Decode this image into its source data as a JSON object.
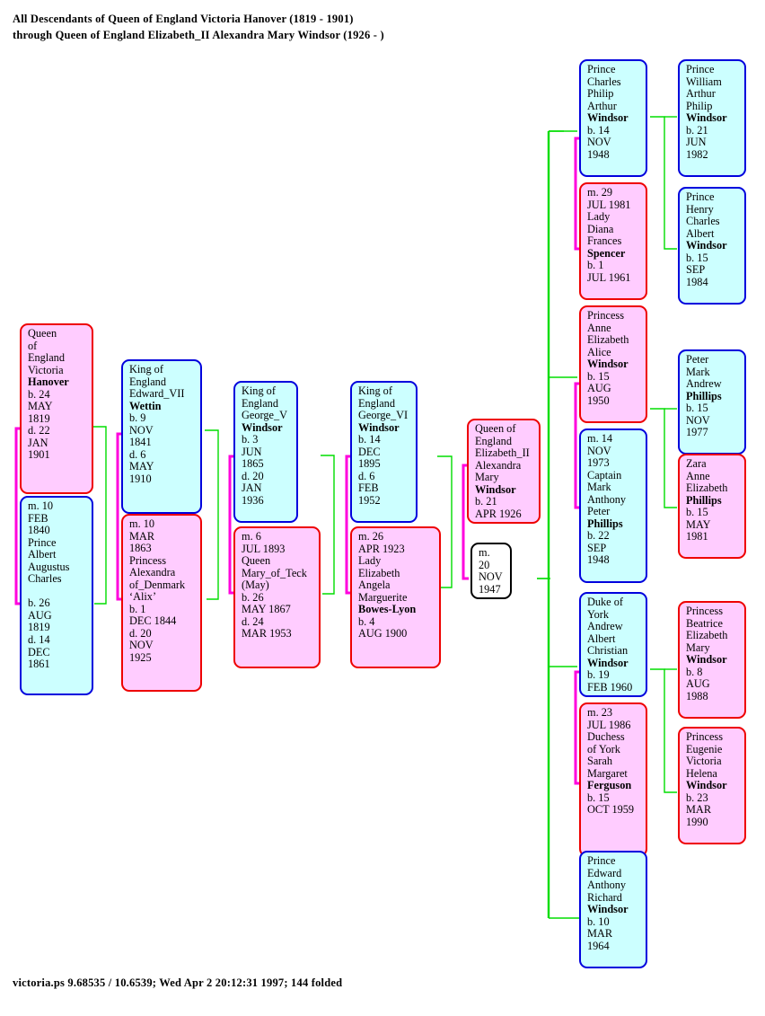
{
  "title": {
    "line1": "All Descendants of Queen of England Victoria Hanover (1819 - 1901)",
    "line2": "through Queen of England Elizabeth_II Alexandra Mary Windsor (1926 -  )"
  },
  "footer": {
    "text": "victoria.ps  9.68535 / 10.6539; Wed Apr  2 20:12:31 1997; 144 folded"
  },
  "colors": {
    "person_female_fill": "#ffccff",
    "person_female_border": "#ee0000",
    "person_male_fill": "#ccffff",
    "person_male_border": "#0000dd",
    "marriage_plain_border": "#000000",
    "marriage_brace": "#ff00dd",
    "descent_line": "#00dd00",
    "text": "#000000"
  },
  "boxes": {
    "victoria": "Queen\nof\nEngland\nVictoria\n\bHanover\nb. 24\nMAY\n1819\nd. 22\nJAN\n1901",
    "albert": "m. 10\nFEB\n1840\nPrince\nAlbert\nAugustus\nCharles\n\nb. 26\nAUG\n1819\nd. 14\nDEC\n1861",
    "edward7": "King of\nEngland\nEdward_VII\n\bWettin\nb. 9\nNOV\n1841\nd. 6\nMAY\n1910",
    "alexandra": "m. 10\nMAR\n1863\nPrincess\nAlexandra\nof_Denmark\n‘Alix’\nb. 1\nDEC 1844\nd. 20\nNOV\n1925",
    "george5": "King of\nEngland\nGeorge_V\n\bWindsor\nb. 3\nJUN\n1865\nd. 20\nJAN\n1936",
    "maryteck": "m. 6\nJUL 1893\nQueen\nMary_of_Teck\n(May)\nb. 26\nMAY 1867\nd. 24\nMAR 1953",
    "george6": "King of\nEngland\nGeorge_VI\n\bWindsor\nb. 14\nDEC\n1895\nd. 6\nFEB\n1952",
    "bowes_lyon": "m. 26\nAPR 1923\nLady\nElizabeth\nAngela\nMarguerite\n\bBowes-Lyon\nb. 4\nAUG 1900",
    "elizabeth2": "Queen of\nEngland\nElizabeth_II\nAlexandra\nMary\n\bWindsor\nb. 21\nAPR 1926",
    "philip_marriage": "m.\n20\nNOV\n1947",
    "charles": "Prince\nCharles\nPhilip\nArthur\n\bWindsor\nb. 14\nNOV\n1948",
    "diana": "m. 29\nJUL 1981\nLady\nDiana\nFrances\n\bSpencer\nb. 1\nJUL 1961",
    "anne": "Princess\nAnne\nElizabeth\nAlice\n\bWindsor\nb. 15\nAUG\n1950",
    "mark_phillips": "m. 14\nNOV\n1973\nCaptain\nMark\nAnthony\nPeter\n\bPhillips\nb. 22\nSEP\n1948",
    "andrew": "Duke of\nYork\nAndrew\nAlbert\nChristian\n\bWindsor\nb. 19\nFEB 1960",
    "sarah_ferguson": "m. 23\nJUL 1986\nDuchess\nof York\nSarah\nMargaret\n\bFerguson\nb. 15\nOCT 1959",
    "edward": "Prince\nEdward\nAnthony\nRichard\n\bWindsor\nb. 10\nMAR\n1964",
    "william": "Prince\nWilliam\nArthur\nPhilip\n\bWindsor\nb. 21\nJUN\n1982",
    "henry": "Prince\nHenry\nCharles\nAlbert\n\bWindsor\nb. 15\nSEP\n1984",
    "peter_phillips": "Peter\nMark\nAndrew\n\bPhillips\nb. 15\nNOV\n1977",
    "zara_phillips": "Zara\nAnne\nElizabeth\n\bPhillips\nb. 15\nMAY\n1981",
    "beatrice": "Princess\nBeatrice\nElizabeth\nMary\n\bWindsor\nb. 8\nAUG\n1988",
    "eugenie": "Princess\nEugenie\nVictoria\nHelena\n\bWindsor\nb. 23\nMAR\n1990"
  },
  "people": [
    {
      "key": "victoria",
      "name": "Victoria",
      "surname": "Hanover",
      "title": "Queen of England",
      "sex": "female",
      "born": "24 MAY 1819",
      "died": "22 JAN 1901",
      "generation": 1
    },
    {
      "key": "albert",
      "name": "Prince Albert Augustus Charles",
      "sex": "male",
      "married": "10 FEB 1840",
      "born": "26 AUG 1819",
      "died": "14 DEC 1861",
      "generation": 1
    },
    {
      "key": "edward7",
      "name": "Edward_VII",
      "surname": "Wettin",
      "title": "King of England",
      "sex": "male",
      "born": "9 NOV 1841",
      "died": "6 MAY 1910",
      "generation": 2
    },
    {
      "key": "alexandra",
      "name": "Princess Alexandra of_Denmark ‘Alix’",
      "sex": "female",
      "married": "10 MAR 1863",
      "born": "1 DEC 1844",
      "died": "20 NOV 1925",
      "generation": 2
    },
    {
      "key": "george5",
      "name": "George_V",
      "surname": "Windsor",
      "title": "King of England",
      "sex": "male",
      "born": "3 JUN 1865",
      "died": "20 JAN 1936",
      "generation": 3
    },
    {
      "key": "maryteck",
      "name": "Queen Mary_of_Teck (May)",
      "sex": "female",
      "married": "6 JUL 1893",
      "born": "26 MAY 1867",
      "died": "24 MAR 1953",
      "generation": 3
    },
    {
      "key": "george6",
      "name": "George_VI",
      "surname": "Windsor",
      "title": "King of England",
      "sex": "male",
      "born": "14 DEC 1895",
      "died": "6 FEB 1952",
      "generation": 4
    },
    {
      "key": "bowes_lyon",
      "name": "Lady Elizabeth Angela Marguerite",
      "surname": "Bowes-Lyon",
      "sex": "female",
      "married": "26 APR 1923",
      "born": "4 AUG 1900",
      "generation": 4
    },
    {
      "key": "elizabeth2",
      "name": "Elizabeth_II Alexandra Mary",
      "surname": "Windsor",
      "title": "Queen of England",
      "sex": "female",
      "born": "21 APR 1926",
      "generation": 5
    },
    {
      "key": "philip_marriage",
      "name": "marriage",
      "married": "20 NOV 1947",
      "generation": 5
    },
    {
      "key": "charles",
      "name": "Prince Charles Philip Arthur",
      "surname": "Windsor",
      "sex": "male",
      "born": "14 NOV 1948",
      "generation": 6
    },
    {
      "key": "diana",
      "name": "Lady Diana Frances",
      "surname": "Spencer",
      "sex": "female",
      "married": "29 JUL 1981",
      "born": "1 JUL 1961",
      "generation": 6
    },
    {
      "key": "anne",
      "name": "Princess Anne Elizabeth Alice",
      "surname": "Windsor",
      "sex": "female",
      "born": "15 AUG 1950",
      "generation": 6
    },
    {
      "key": "mark_phillips",
      "name": "Captain Mark Anthony Peter",
      "surname": "Phillips",
      "sex": "male",
      "married": "14 NOV 1973",
      "born": "22 SEP 1948",
      "generation": 6
    },
    {
      "key": "andrew",
      "name": "Duke of York Andrew Albert Christian",
      "surname": "Windsor",
      "sex": "male",
      "born": "19 FEB 1960",
      "generation": 6
    },
    {
      "key": "sarah_ferguson",
      "name": "Duchess of York Sarah Margaret",
      "surname": "Ferguson",
      "sex": "female",
      "married": "23 JUL 1986",
      "born": "15 OCT 1959",
      "generation": 6
    },
    {
      "key": "edward",
      "name": "Prince Edward Anthony Richard",
      "surname": "Windsor",
      "sex": "male",
      "born": "10 MAR 1964",
      "generation": 6
    },
    {
      "key": "william",
      "name": "Prince William Arthur Philip",
      "surname": "Windsor",
      "sex": "male",
      "born": "21 JUN 1982",
      "generation": 7
    },
    {
      "key": "henry",
      "name": "Prince Henry Charles Albert",
      "surname": "Windsor",
      "sex": "male",
      "born": "15 SEP 1984",
      "generation": 7
    },
    {
      "key": "peter_phillips",
      "name": "Peter Mark Andrew",
      "surname": "Phillips",
      "sex": "male",
      "born": "15 NOV 1977",
      "generation": 7
    },
    {
      "key": "zara_phillips",
      "name": "Zara Anne Elizabeth",
      "surname": "Phillips",
      "sex": "female",
      "born": "15 MAY 1981",
      "generation": 7
    },
    {
      "key": "beatrice",
      "name": "Princess Beatrice Elizabeth Mary",
      "surname": "Windsor",
      "sex": "female",
      "born": "8 AUG 1988",
      "generation": 7
    },
    {
      "key": "eugenie",
      "name": "Princess Eugenie Victoria Helena",
      "surname": "Windsor",
      "sex": "female",
      "born": "23 MAR 1990",
      "generation": 7
    }
  ]
}
